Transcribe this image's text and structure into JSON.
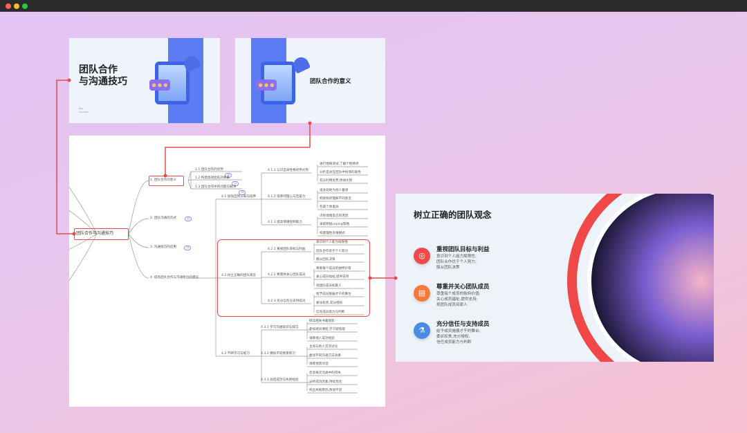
{
  "window": {
    "dots": [
      "#ff5f57",
      "#febc2e",
      "#28c840"
    ]
  },
  "slide1": {
    "title_line1": "团队合作",
    "title_line2": "与沟通技巧",
    "subtitle_line1": "Hite",
    "subtitle_line2": "Concrete"
  },
  "slide2": {
    "title": "团队合作的意义"
  },
  "mindmap": {
    "root": "团队合作与沟通技巧",
    "level1": [
      {
        "label": "1. 团队合作的意义"
      },
      {
        "label": "2. 团队沟通的方式",
        "badge": "43"
      },
      {
        "label": "3. 沟通技巧的应用",
        "badge": "33"
      },
      {
        "label": "4. 提高团队合作与沟通能力的建议"
      }
    ],
    "section1": [
      {
        "label": "1.1 团队合作的优势",
        "badge": "10"
      },
      {
        "label": "1.2 构建高效团队的要素",
        "badge": "12"
      },
      {
        "label": "1.3 团队合作中的问题与解决",
        "badge": "16"
      }
    ],
    "section4": [
      {
        "label": "4.1 加强自我认知与培养",
        "children": [
          {
            "label": "4.1.1 认识自身性格优势劣势",
            "leaves": [
              "进行性格测试,了解个性特点",
              "分析自身在团队中扮演的角色",
              "充分利用优势,改进劣势"
            ]
          },
          {
            "label": "4.1.2 培养同理心与包容力",
            "leaves": [
              "设身处地为他人着想",
              "积极倾听理解不同意见",
              "包容个体差异"
            ]
          },
          {
            "label": "4.1.3 提高情绪控制能力",
            "leaves": [
              "识别情绪反应的诱因",
              "采取积极coping策略",
              "构建理性思维模式"
            ]
          }
        ]
      },
      {
        "label": "4.2 树立正确的团队观念",
        "children": [
          {
            "label": "4.2.1 重视团队目标与利益",
            "leaves": [
              "意识到个人能力局限性",
              "团队合作优于个人努力",
              "服从团队决策"
            ]
          },
          {
            "label": "4.2.2 尊重并关心团队成员",
            "leaves": [
              "尊重每个成员的独特价值",
              "关心成员福祉,提供支持",
              "视团队成员如家人"
            ]
          },
          {
            "label": "4.2.3 充分信任与支持成员",
            "leaves": [
              "给予成员施展才干的舞台",
              "委派权责,充分授权",
              "信任成员能力与判断"
            ]
          }
        ]
      },
      {
        "label": "4.3 不断学习与练习",
        "children": [
          {
            "label": "4.3.1 学习沟通知识与技巧",
            "leaves": [
              "研读相关书籍资料",
              "参加培训课程,学习新技能",
              "请教他人成功经验"
            ]
          },
          {
            "label": "4.3.2 模拟不同情景练习",
            "leaves": [
              "主动与他人交流讨论",
              "尝试不同沟通方法效果",
              "演练情景对话"
            ]
          },
          {
            "label": "4.3.3 总结成功与失败经验",
            "leaves": [
              "反思每次沟通中的得失",
              "分析成功因素,持续优化",
              "找出失败原因,改进不足"
            ]
          }
        ]
      }
    ]
  },
  "slide3": {
    "title": "树立正确的团队观念",
    "items": [
      {
        "icon": "target-icon",
        "color": "#ef4b4b",
        "title": "重视团队目标与利益",
        "lines": [
          "意识到个人能力局限性;",
          "团队合作优于个人努力;",
          "服从团队决策"
        ]
      },
      {
        "icon": "clipboard-icon",
        "color": "#f7793a",
        "title": "尊重并关心团队成员",
        "lines": [
          "尊重每个成员的独特价值;",
          "关心成员福祉,提供支持;",
          "视团队成员如家人"
        ]
      },
      {
        "icon": "flask-icon",
        "color": "#4a8be6",
        "title": "充分信任与支持成员",
        "lines": [
          "给予成员施展才干的舞台;",
          "委派权责,充分授权;",
          "信任成员能力与判断"
        ]
      }
    ]
  },
  "colors": {
    "accent": "#e84a4f",
    "stripe": "#5b7cf3"
  }
}
